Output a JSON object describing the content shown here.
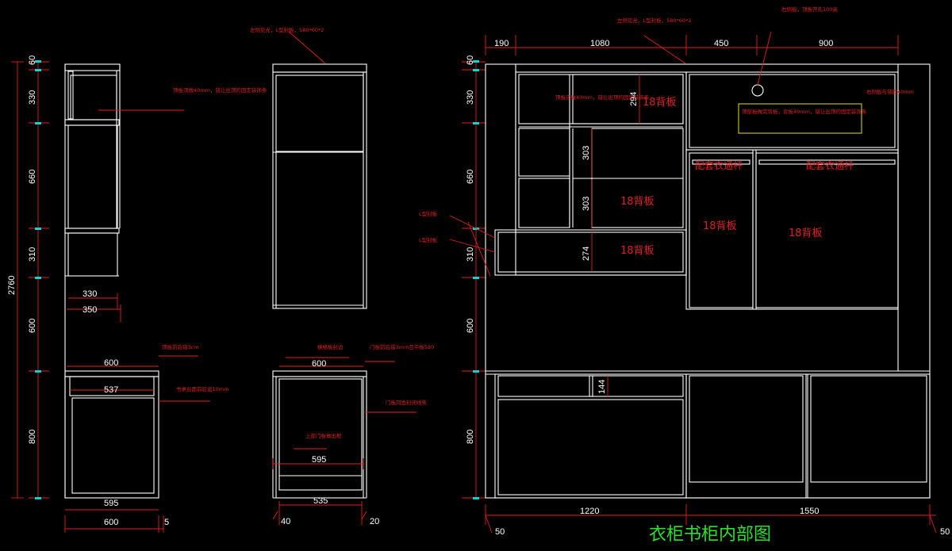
{
  "title": "衣柜书柜内部图",
  "colors": {
    "background": "#000000",
    "lines": "#ffffff",
    "dimensions": "#e02020",
    "ticks": "#15d0d0",
    "title": "#2ee02e",
    "note_box": "#e0e020"
  },
  "left_view": {
    "vertical_dims": [
      "60",
      "330",
      "660",
      "310",
      "600",
      "800"
    ],
    "total_height": "2760",
    "horizontal_dims": [
      "330",
      "350",
      "600",
      "537",
      "595",
      "600",
      "5"
    ],
    "notes": [
      "顶板须做40mm，错让出顶的固定装饰条",
      "顶板前后错3cm",
      "书桌台面前后返10mm"
    ]
  },
  "middle_view": {
    "notes": [
      "左侧见光，L型封板，580*60*2",
      "横格板封边",
      "门板前后错3mm且平板580",
      "门板同色封闭线条",
      "上部门板做出框"
    ],
    "horizontal_dims": [
      "600",
      "595",
      "535",
      "40",
      "20"
    ]
  },
  "right_view": {
    "top_dims": [
      "190",
      "1080",
      "450",
      "900"
    ],
    "vertical_dims": [
      "60",
      "330",
      "660",
      "310",
      "600",
      "800"
    ],
    "inner_dims": [
      "294",
      "303",
      "303",
      "274",
      "144"
    ],
    "bottom_dims": [
      "1220",
      "1550",
      "50",
      "50"
    ],
    "back_labels": [
      "18背板",
      "18背板",
      "18背板",
      "18背板",
      "18背板"
    ],
    "hanging_rods": [
      "配套衣通杆",
      "配套衣通杆"
    ],
    "notes": [
      "左侧见光，L型封板，580*60*2",
      "右侧板，顶板开孔100高",
      "顶板须做40mm，错让出顶的固定装饰条",
      "右侧板与墙面40mm",
      "顶部板做完背板，背板40mm，错让出顶的固定装饰条",
      "L型封板",
      "L型封板"
    ]
  }
}
